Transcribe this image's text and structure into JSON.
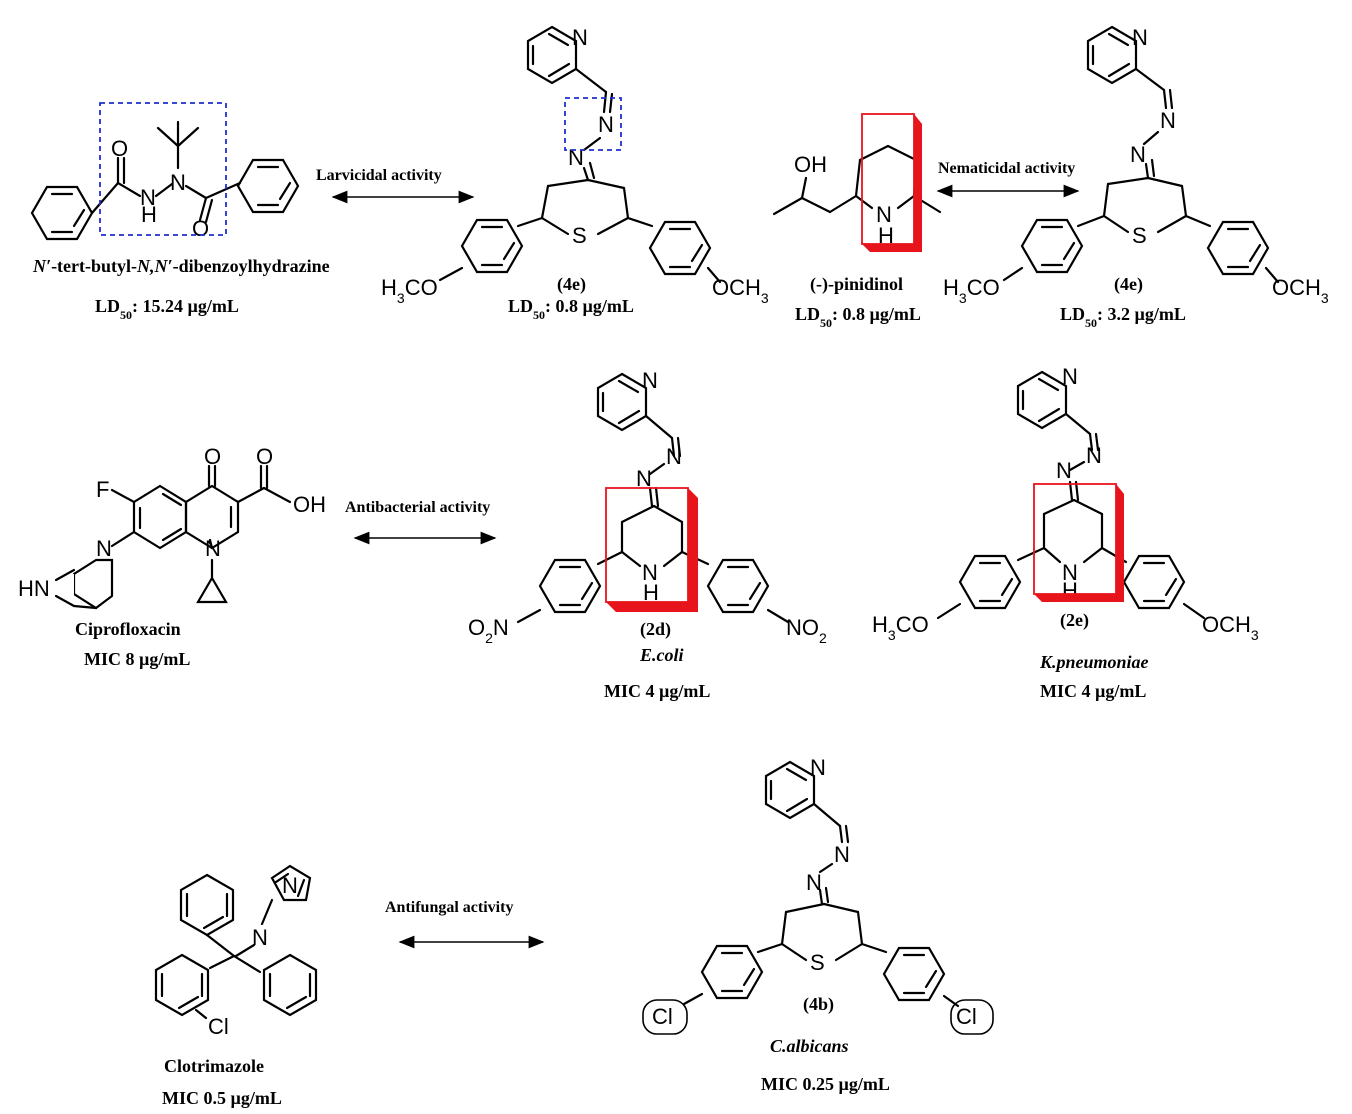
{
  "activities": {
    "larvicidal": "Larvicidal activity",
    "nematicidal": "Nematicidal activity",
    "antibacterial": "Antibacterial activity",
    "antifungal": "Antifungal activity"
  },
  "compounds": {
    "dbh": {
      "name_p1": "N′",
      "name_p2": "-tert-butyl-",
      "name_p3": "N,N′",
      "name_p4": "-dibenzoylhydrazine",
      "value": "15.24 µg/mL"
    },
    "c4e_a": {
      "id": "(4e)",
      "value": "0.8 µg/mL"
    },
    "pinidinol": {
      "name": "(-)-pinidinol",
      "value": "0.8 µg/mL"
    },
    "c4e_b": {
      "id": "(4e)",
      "value": "3.2 µg/mL"
    },
    "cipro": {
      "name": "Ciprofloxacin",
      "value": "MIC 8 µg/mL"
    },
    "c2d": {
      "id": "(2d)",
      "organism": "E.coli",
      "value": "MIC 4 µg/mL"
    },
    "c2e": {
      "id": "(2e)",
      "organism": "K.pneumoniae",
      "value": "MIC 4 µg/mL"
    },
    "clotrimazole": {
      "name": "Clotrimazole",
      "value": "MIC 0.5 µg/mL"
    },
    "c4b": {
      "id": "(4b)",
      "organism": "C.albicans",
      "value": "MIC 0.25 µg/mL"
    }
  },
  "ld50": {
    "base": "LD",
    "sub": "50",
    "sep": ":"
  },
  "atoms": {
    "N": "N",
    "NH": "N",
    "H": "H",
    "S": "S",
    "O": "O",
    "OH": "OH",
    "F": "F",
    "HN": "HN",
    "Cl": "Cl",
    "OCH3_base": "OCH",
    "OCH3_sub": "3",
    "H3CO_h": "H",
    "H3CO_sub": "3",
    "H3CO_rest": "CO",
    "NO2_base": "NO",
    "NO2_sub": "2",
    "O2N_o": "O",
    "O2N_sub": "2",
    "O2N_n": "N"
  },
  "colors": {
    "highlight_red": "#e8141b",
    "highlight_blue": "#1f2fd0",
    "ink": "#000000"
  }
}
